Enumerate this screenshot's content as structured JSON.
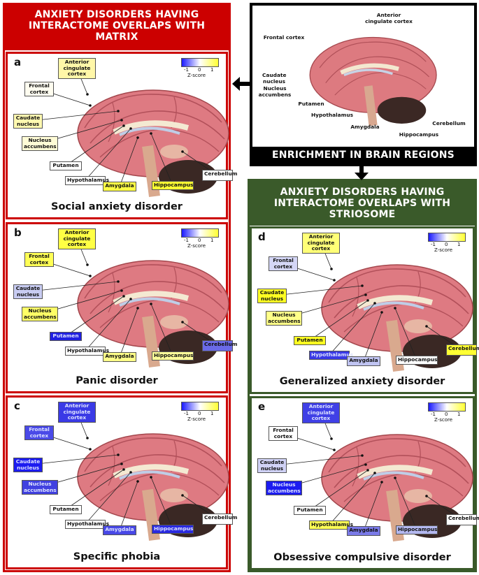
{
  "headers": {
    "matrix": [
      "ANXIETY DISORDERS HAVING",
      "INTERACTOME OVERLAPS WITH",
      "MATRIX"
    ],
    "striosome": [
      "ANXIETY DISORDERS HAVING",
      "INTERACTOME OVERLAPS WITH",
      "STRIOSOME"
    ],
    "enrichment": "ENRICHMENT IN BRAIN REGIONS"
  },
  "colors": {
    "matrix_frame": "#cc0000",
    "striosome_frame": "#3a5a2a",
    "enrichment_frame": "#000000",
    "z_low": "#1a1aff",
    "z_high": "#ffff33"
  },
  "legend": {
    "ticks": [
      "-1",
      "0",
      "1"
    ],
    "label": "Z-score"
  },
  "reference_map": {
    "labels": [
      "Anterior cingulate cortex",
      "Frontal cortex",
      "Caudate nucleus",
      "Nucleus accumbens",
      "Putamen",
      "Hypothalamus",
      "Amygdala",
      "Cerebellum",
      "Hippocampus"
    ]
  },
  "panels": [
    {
      "letter": "a",
      "caption": "Social anxiety disorder",
      "regions": [
        {
          "key": "acc",
          "text": "Anterior cingulate cortex",
          "color": "#fff7a8"
        },
        {
          "key": "fc",
          "text": "Frontal cortex",
          "color": "#fffdf0"
        },
        {
          "key": "cn",
          "text": "Caudate nucleus",
          "color": "#fff9b0"
        },
        {
          "key": "na",
          "text": "Nucleus accumbens",
          "color": "#fffcd6"
        },
        {
          "key": "put",
          "text": "Putamen",
          "color": "#ffffff"
        },
        {
          "key": "hyp",
          "text": "Hypothalamus",
          "color": "#ffffff"
        },
        {
          "key": "amy",
          "text": "Amygdala",
          "color": "#ffff44"
        },
        {
          "key": "hip",
          "text": "Hippocampus",
          "color": "#ffff33"
        },
        {
          "key": "cer",
          "text": "Cerebellum",
          "color": "#ffffff"
        }
      ]
    },
    {
      "letter": "b",
      "caption": "Panic disorder",
      "regions": [
        {
          "key": "acc",
          "text": "Anterior cingulate cortex",
          "color": "#ffff44"
        },
        {
          "key": "fc",
          "text": "Frontal cortex",
          "color": "#ffff55"
        },
        {
          "key": "cn",
          "text": "Caudate nucleus",
          "color": "#c8ccf2"
        },
        {
          "key": "na",
          "text": "Nucleus accumbens",
          "color": "#ffff66"
        },
        {
          "key": "put",
          "text": "Putamen",
          "color": "#2020e0"
        },
        {
          "key": "hyp",
          "text": "Hypothalamus",
          "color": "#ffffff"
        },
        {
          "key": "amy",
          "text": "Amygdala",
          "color": "#ffff88"
        },
        {
          "key": "hip",
          "text": "Hippocampus",
          "color": "#ffff99"
        },
        {
          "key": "cer",
          "text": "Cerebellum",
          "color": "#6a6ae8"
        }
      ]
    },
    {
      "letter": "c",
      "caption": "Specific phobia",
      "regions": [
        {
          "key": "acc",
          "text": "Anterior cingulate cortex",
          "color": "#3a3ae6"
        },
        {
          "key": "fc",
          "text": "Frontal cortex",
          "color": "#4a4ae8"
        },
        {
          "key": "cn",
          "text": "Caudate nucleus",
          "color": "#1c1cf0"
        },
        {
          "key": "na",
          "text": "Nucleus accumbens",
          "color": "#4040e0"
        },
        {
          "key": "put",
          "text": "Putamen",
          "color": "#ffffff"
        },
        {
          "key": "hyp",
          "text": "Hypothalamus",
          "color": "#ffffff"
        },
        {
          "key": "amy",
          "text": "Amygdala",
          "color": "#4848e6"
        },
        {
          "key": "hip",
          "text": "Hippocampus",
          "color": "#2a2ae0"
        },
        {
          "key": "cer",
          "text": "Cerebellum",
          "color": "#ffffff"
        }
      ]
    },
    {
      "letter": "d",
      "caption": "Generalized anxiety disorder",
      "regions": [
        {
          "key": "acc",
          "text": "Anterior cingulate cortex",
          "color": "#ffff77"
        },
        {
          "key": "fc",
          "text": "Frontal cortex",
          "color": "#d4d6f6"
        },
        {
          "key": "cn",
          "text": "Caudate nucleus",
          "color": "#ffff22"
        },
        {
          "key": "na",
          "text": "Nucleus accumbens",
          "color": "#ffff88"
        },
        {
          "key": "put",
          "text": "Putamen",
          "color": "#ffff22"
        },
        {
          "key": "hyp",
          "text": "Hypothalamus",
          "color": "#3a3ae6"
        },
        {
          "key": "amy",
          "text": "Amygdala",
          "color": "#c0c4f2"
        },
        {
          "key": "hip",
          "text": "Hippocampus",
          "color": "#ffffff"
        },
        {
          "key": "cer",
          "text": "Cerebellum",
          "color": "#ffff33"
        }
      ]
    },
    {
      "letter": "e",
      "caption": "Obsessive compulsive disorder",
      "regions": [
        {
          "key": "acc",
          "text": "Anterior cingulate cortex",
          "color": "#4040e6"
        },
        {
          "key": "fc",
          "text": "Frontal cortex",
          "color": "#ffffff"
        },
        {
          "key": "cn",
          "text": "Caudate nucleus",
          "color": "#d0d2f6"
        },
        {
          "key": "na",
          "text": "Nucleus accumbens",
          "color": "#1c1cf0"
        },
        {
          "key": "put",
          "text": "Putamen",
          "color": "#ffffff"
        },
        {
          "key": "hyp",
          "text": "Hypothalamus",
          "color": "#ffff55"
        },
        {
          "key": "amy",
          "text": "Amygdala",
          "color": "#7a7ae8"
        },
        {
          "key": "hip",
          "text": "Hippocampus",
          "color": "#b4b8f0"
        },
        {
          "key": "cer",
          "text": "Cerebellum",
          "color": "#ffffff"
        }
      ]
    }
  ]
}
